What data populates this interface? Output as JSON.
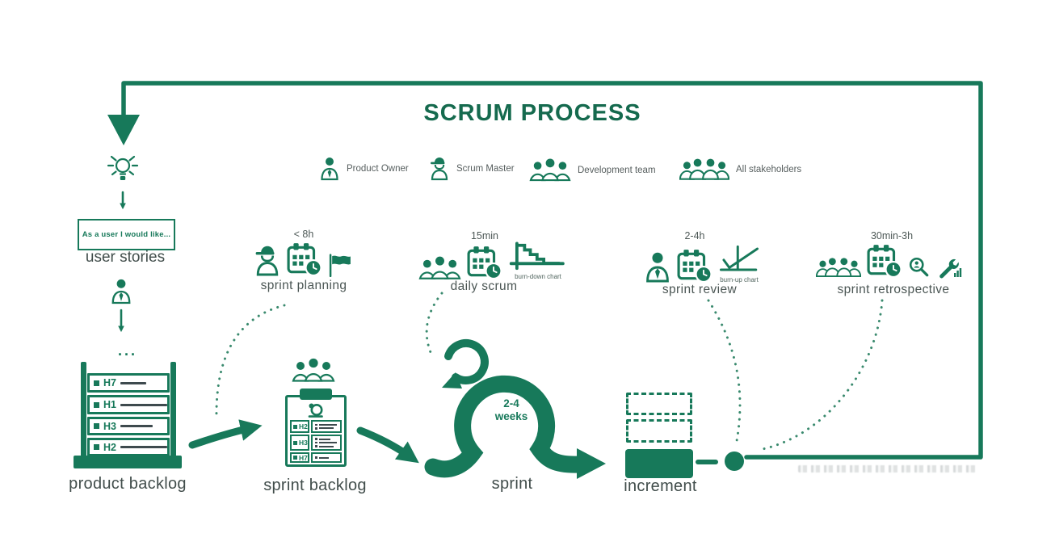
{
  "title": "SCRUM PROCESS",
  "colors": {
    "green": "#17795a",
    "title_green": "#156a4e",
    "label_gray": "#45514f"
  },
  "legend": {
    "items": [
      {
        "icon": "product-owner-icon",
        "label": "Product Owner"
      },
      {
        "icon": "scrum-master-icon",
        "label": "Scrum Master"
      },
      {
        "icon": "development-team-icon",
        "label": "Development team"
      },
      {
        "icon": "all-stakeholders-icon",
        "label": "All stakeholders"
      }
    ]
  },
  "left_flow": {
    "idea_icon": "lightbulb-icon",
    "user_story_note": "As a user I would like...",
    "user_stories_label": "user stories",
    "author_icon": "product-owner-icon"
  },
  "product_backlog": {
    "ellipsis": "...",
    "rows": [
      {
        "id": "H7"
      },
      {
        "id": "H1"
      },
      {
        "id": "H3"
      },
      {
        "id": "H2"
      }
    ],
    "label": "product backlog"
  },
  "sprint_backlog": {
    "team_icon": "development-team-icon",
    "goal_icon": "sprint-goal-icon",
    "rows": [
      {
        "id": "H2"
      },
      {
        "id": "H3"
      },
      {
        "id": "H7"
      }
    ],
    "label": "sprint backlog"
  },
  "sprint": {
    "duration_top": "2-4",
    "duration_bottom": "weeks",
    "label": "sprint"
  },
  "increment": {
    "label": "increment"
  },
  "ceremonies": {
    "sprint_planning": {
      "time": "< 8h",
      "label": "sprint planning",
      "icons": [
        "scrum-master-icon",
        "calendar-clock-icon",
        "flag-icon"
      ]
    },
    "daily_scrum": {
      "time": "15min",
      "label": "daily scrum",
      "chart_label": "burn-down chart",
      "icons": [
        "development-team-icon",
        "calendar-clock-icon",
        "burn-down-chart-icon"
      ]
    },
    "sprint_review": {
      "time": "2-4h",
      "label": "sprint review",
      "chart_label": "burn-up chart",
      "icons": [
        "product-owner-icon",
        "calendar-clock-icon",
        "burn-up-chart-icon"
      ]
    },
    "sprint_retrospective": {
      "time": "30min-3h",
      "label": "sprint retrospective",
      "icons": [
        "all-stakeholders-icon",
        "calendar-clock-icon",
        "magnifier-icon",
        "wrench-chart-icon"
      ]
    }
  }
}
